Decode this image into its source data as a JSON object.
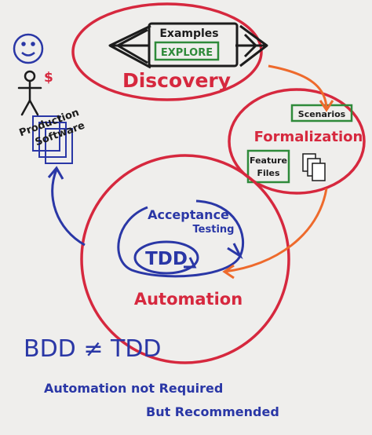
{
  "discovery": {
    "title": "Discovery",
    "examples": "Examples",
    "explore": "EXPLORE"
  },
  "formalization": {
    "title": "Formalization",
    "scenarios": "Scenarios",
    "feature_files": "Feature\nFiles"
  },
  "automation": {
    "title": "Automation",
    "acceptance": "Acceptance",
    "testing": "Testing",
    "tdd": "TDD"
  },
  "production": {
    "line1": "Production",
    "line2": "Software"
  },
  "footer": {
    "equation": "BDD ≠ TDD",
    "line1": "Automation not Required",
    "line2": "But Recommended"
  },
  "colors": {
    "red": "#d6283e",
    "orange": "#ee6a2c",
    "blue": "#2a37a6",
    "black": "#1c1c1c",
    "green": "#2f8a3a"
  }
}
